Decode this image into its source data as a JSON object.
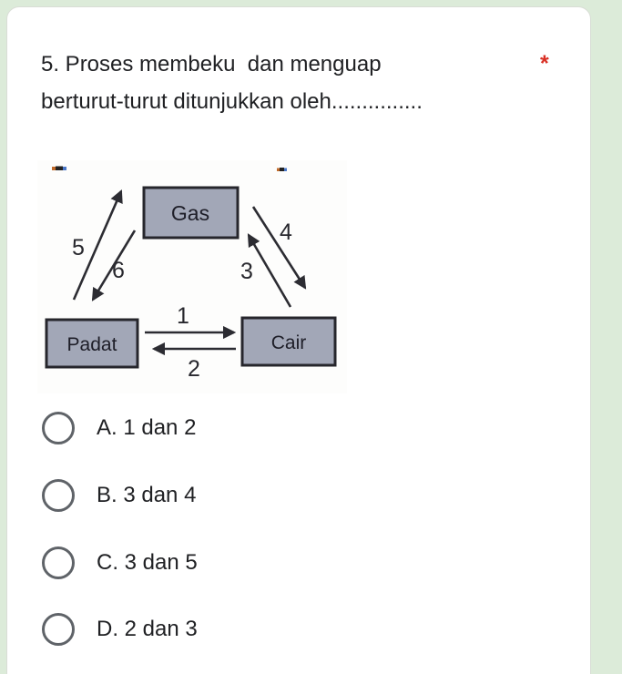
{
  "theme": {
    "page_background": "#dcebd9",
    "card_background": "#ffffff",
    "text_color": "#202124",
    "required_color": "#d93025",
    "radio_border_color": "#5f6368",
    "diagram_box_fill": "#a2a7b7",
    "diagram_box_border": "#26262c",
    "diagram_arrow_color": "#2c2c32"
  },
  "question": {
    "line1": "5. Proses membeku  dan menguap",
    "line2": "berturut-turut ditunjukkan oleh...............",
    "required_marker": "*"
  },
  "diagram": {
    "nodes": [
      {
        "id": "gas",
        "label": "Gas"
      },
      {
        "id": "padat",
        "label": "Padat"
      },
      {
        "id": "cair",
        "label": "Cair"
      }
    ],
    "arrows": [
      {
        "number": "1",
        "from": "padat",
        "to": "cair"
      },
      {
        "number": "2",
        "from": "cair",
        "to": "padat"
      },
      {
        "number": "3",
        "from": "cair",
        "to": "gas"
      },
      {
        "number": "4",
        "from": "gas",
        "to": "cair"
      },
      {
        "number": "5",
        "from": "padat",
        "to": "gas"
      },
      {
        "number": "6",
        "from": "gas",
        "to": "padat"
      }
    ]
  },
  "options": [
    {
      "label": "A. 1 dan 2",
      "selected": false
    },
    {
      "label": "B. 3 dan 4",
      "selected": false
    },
    {
      "label": "C. 3 dan 5",
      "selected": false
    },
    {
      "label": "D. 2 dan 3",
      "selected": false
    }
  ]
}
